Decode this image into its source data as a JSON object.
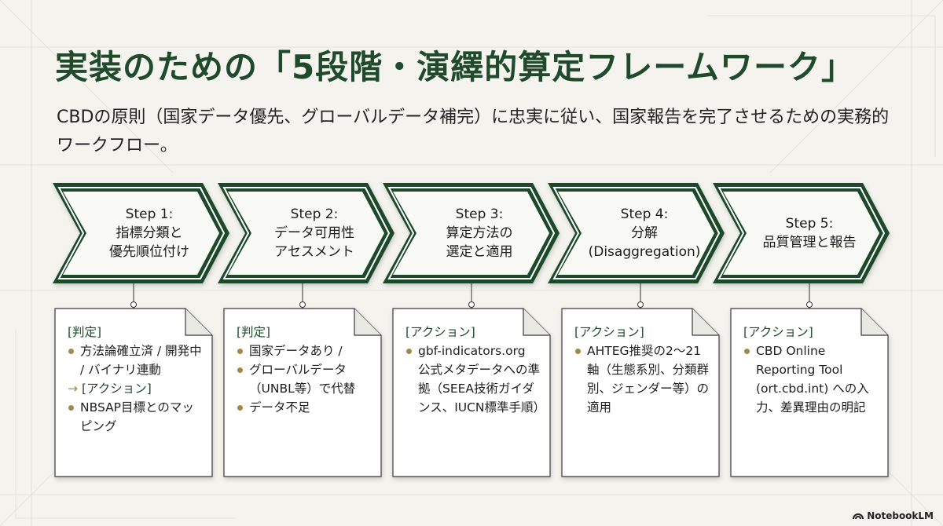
{
  "title": "実装のための「5段階・演繹的算定フレームワーク」",
  "subtitle": "CBDの原則（国家データ優先、グローバルデータ補完）に忠実に従い、国家報告を完了させるための実務的ワークフロー。",
  "colors": {
    "accent_green": "#1f4a2c",
    "bullet_gold": "#a48a4a",
    "background": "#f4f3ee"
  },
  "steps": [
    {
      "lines": [
        "Step 1:",
        "指標分類と",
        "優先順位付け"
      ]
    },
    {
      "lines": [
        "Step 2:",
        "データ可用性",
        "アセスメント"
      ]
    },
    {
      "lines": [
        "Step 3:",
        "算定方法の",
        "選定と適用"
      ]
    },
    {
      "lines": [
        "Step 4:",
        "分解",
        "(Disaggregation)"
      ]
    },
    {
      "lines": [
        "Step 5:",
        "品質管理と報告"
      ]
    }
  ],
  "notes": [
    {
      "tag": "[判定]",
      "items": [
        "方法論確立済 / 開発中 / バイナリ連動"
      ],
      "arrow": "→",
      "tag2": "[アクション]",
      "items2": [
        "NBSAP目標とのマッピング"
      ]
    },
    {
      "tag": "[判定]",
      "items": [
        "国家データあり /",
        "グローバルデータ（UNBL等）で代替",
        "データ不足"
      ]
    },
    {
      "tag": "[アクション]",
      "items": [
        "gbf-indicators.org 公式メタデータへの準拠（SEEA技術ガイダンス、IUCN標準手順）"
      ]
    },
    {
      "tag": "[アクション]",
      "items": [
        "AHTEG推奨の2〜21軸（生態系別、分類群別、ジェンダー等）の適用"
      ]
    },
    {
      "tag": "[アクション]",
      "items": [
        "CBD Online Reporting Tool (ort.cbd.int) への入力、差異理由の明記"
      ]
    }
  ],
  "brand": {
    "icon": "notebooklm-icon",
    "label": "NotebookLM"
  }
}
